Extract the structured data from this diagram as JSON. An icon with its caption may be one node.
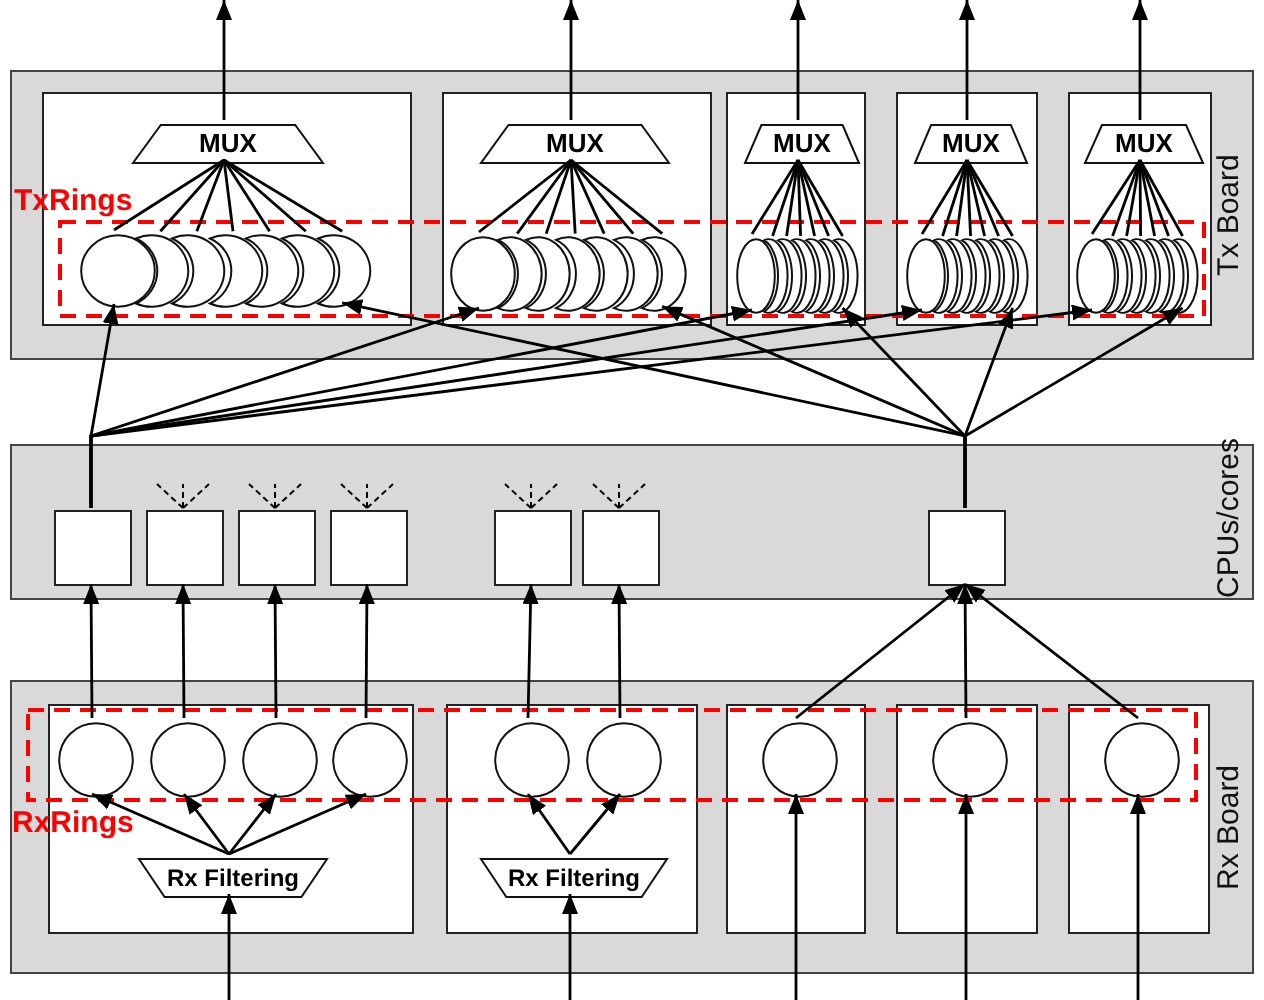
{
  "diagram": {
    "nodes": [
      {
        "text": [
          "Tx Board"
        ]
      },
      {
        "text": [],
        "shape": "box",
        "in": 0
      },
      {
        "text": [
          "MUX"
        ],
        "in": 1
      },
      {
        "text": [],
        "shape": "circle",
        "in": 1
      },
      {
        "text": [],
        "shape": "circle",
        "in": 1
      },
      {
        "text": [],
        "shape": "circle",
        "in": 1
      },
      {
        "text": [],
        "shape": "circle",
        "in": 1
      },
      {
        "text": [],
        "shape": "circle",
        "in": 1
      },
      {
        "text": [],
        "shape": "circle",
        "in": 1
      },
      {
        "text": [],
        "shape": "circle",
        "in": 1
      },
      {
        "text": [],
        "shape": "box",
        "in": 0
      },
      {
        "text": [
          "MUX"
        ],
        "in": 10
      },
      {
        "text": [],
        "shape": "circle",
        "in": 10
      },
      {
        "text": [],
        "shape": "circle",
        "in": 10
      },
      {
        "text": [],
        "shape": "circle",
        "in": 10
      },
      {
        "text": [],
        "shape": "circle",
        "in": 10
      },
      {
        "text": [],
        "shape": "circle",
        "in": 10
      },
      {
        "text": [],
        "shape": "circle",
        "in": 10
      },
      {
        "text": [],
        "shape": "circle",
        "in": 10
      },
      {
        "text": [],
        "shape": "box",
        "in": 0
      },
      {
        "text": [
          "MUX"
        ],
        "in": 19
      },
      {
        "text": [],
        "shape": "circle",
        "in": 19
      },
      {
        "text": [],
        "shape": "circle",
        "in": 19
      },
      {
        "text": [],
        "shape": "circle",
        "in": 19
      },
      {
        "text": [],
        "shape": "circle",
        "in": 19
      },
      {
        "text": [],
        "shape": "circle",
        "in": 19
      },
      {
        "text": [],
        "shape": "circle",
        "in": 19
      },
      {
        "text": [],
        "shape": "circle",
        "in": 19
      },
      {
        "text": [],
        "shape": "box",
        "in": 0
      },
      {
        "text": [
          "MUX"
        ],
        "in": 28
      },
      {
        "text": [],
        "shape": "circle",
        "in": 28
      },
      {
        "text": [],
        "shape": "circle",
        "in": 28
      },
      {
        "text": [],
        "shape": "circle",
        "in": 28
      },
      {
        "text": [],
        "shape": "circle",
        "in": 28
      },
      {
        "text": [],
        "shape": "circle",
        "in": 28
      },
      {
        "text": [],
        "shape": "circle",
        "in": 28
      },
      {
        "text": [],
        "shape": "circle",
        "in": 28
      },
      {
        "text": [],
        "shape": "box",
        "in": 0
      },
      {
        "text": [
          "MUX"
        ],
        "in": 37
      },
      {
        "text": [],
        "shape": "circle",
        "in": 37
      },
      {
        "text": [],
        "shape": "circle",
        "in": 37
      },
      {
        "text": [],
        "shape": "circle",
        "in": 37
      },
      {
        "text": [],
        "shape": "circle",
        "in": 37
      },
      {
        "text": [],
        "shape": "circle",
        "in": 37
      },
      {
        "text": [],
        "shape": "circle",
        "in": 37
      },
      {
        "text": [],
        "shape": "circle",
        "in": 37
      },
      {
        "text": [
          "CPUs/cores"
        ]
      },
      {
        "text": [],
        "shape": "box",
        "in": 46
      },
      {
        "text": [],
        "shape": "box",
        "in": 46
      },
      {
        "text": [],
        "shape": "box",
        "in": 46
      },
      {
        "text": [],
        "shape": "box",
        "in": 46
      },
      {
        "text": [],
        "shape": "box",
        "in": 46
      },
      {
        "text": [],
        "shape": "box",
        "in": 46
      },
      {
        "text": [],
        "shape": "box",
        "in": 46
      },
      {
        "text": [
          "Rx Board"
        ]
      },
      {
        "text": [],
        "shape": "box",
        "in": 54
      },
      {
        "text": [],
        "shape": "circle",
        "in": 55
      },
      {
        "text": [],
        "shape": "circle",
        "in": 55
      },
      {
        "text": [],
        "shape": "circle",
        "in": 55
      },
      {
        "text": [],
        "shape": "circle",
        "in": 55
      },
      {
        "text": [
          "Rx Filtering"
        ],
        "in": 55
      },
      {
        "text": [],
        "shape": "box",
        "in": 54
      },
      {
        "text": [],
        "shape": "circle",
        "in": 61
      },
      {
        "text": [],
        "shape": "circle",
        "in": 61
      },
      {
        "text": [
          "Rx Filtering"
        ],
        "in": 61
      },
      {
        "text": [],
        "shape": "box",
        "in": 54
      },
      {
        "text": [],
        "shape": "circle",
        "in": 65
      },
      {
        "text": [],
        "shape": "box",
        "in": 54
      },
      {
        "text": [],
        "shape": "circle",
        "in": 67
      },
      {
        "text": [],
        "shape": "box",
        "in": 54
      },
      {
        "text": [],
        "shape": "circle",
        "in": 69
      }
    ],
    "edges": [
      {
        "from": 2,
        "to": null,
        "arrow": "to"
      },
      {
        "from": 2,
        "to": 3,
        "arrow": "none"
      },
      {
        "from": 2,
        "to": 4,
        "arrow": "none"
      },
      {
        "from": 2,
        "to": 5,
        "arrow": "none"
      },
      {
        "from": 2,
        "to": 6,
        "arrow": "none"
      },
      {
        "from": 2,
        "to": 7,
        "arrow": "none"
      },
      {
        "from": 2,
        "to": 8,
        "arrow": "none"
      },
      {
        "from": 2,
        "to": 9,
        "arrow": "none"
      },
      {
        "from": 11,
        "to": null,
        "arrow": "to"
      },
      {
        "from": 11,
        "to": 12,
        "arrow": "none"
      },
      {
        "from": 11,
        "to": 13,
        "arrow": "none"
      },
      {
        "from": 11,
        "to": 14,
        "arrow": "none"
      },
      {
        "from": 11,
        "to": 15,
        "arrow": "none"
      },
      {
        "from": 11,
        "to": 16,
        "arrow": "none"
      },
      {
        "from": 11,
        "to": 17,
        "arrow": "none"
      },
      {
        "from": 11,
        "to": 18,
        "arrow": "none"
      },
      {
        "from": 20,
        "to": null,
        "arrow": "to"
      },
      {
        "from": 20,
        "to": 21,
        "arrow": "none"
      },
      {
        "from": 20,
        "to": 22,
        "arrow": "none"
      },
      {
        "from": 20,
        "to": 23,
        "arrow": "none"
      },
      {
        "from": 20,
        "to": 24,
        "arrow": "none"
      },
      {
        "from": 20,
        "to": 25,
        "arrow": "none"
      },
      {
        "from": 20,
        "to": 26,
        "arrow": "none"
      },
      {
        "from": 20,
        "to": 27,
        "arrow": "none"
      },
      {
        "from": 29,
        "to": null,
        "arrow": "to"
      },
      {
        "from": 29,
        "to": 30,
        "arrow": "none"
      },
      {
        "from": 29,
        "to": 31,
        "arrow": "none"
      },
      {
        "from": 29,
        "to": 32,
        "arrow": "none"
      },
      {
        "from": 29,
        "to": 33,
        "arrow": "none"
      },
      {
        "from": 29,
        "to": 34,
        "arrow": "none"
      },
      {
        "from": 29,
        "to": 35,
        "arrow": "none"
      },
      {
        "from": 29,
        "to": 36,
        "arrow": "none"
      },
      {
        "from": 38,
        "to": null,
        "arrow": "to"
      },
      {
        "from": 38,
        "to": 39,
        "arrow": "none"
      },
      {
        "from": 38,
        "to": 40,
        "arrow": "none"
      },
      {
        "from": 38,
        "to": 41,
        "arrow": "none"
      },
      {
        "from": 38,
        "to": 42,
        "arrow": "none"
      },
      {
        "from": 38,
        "to": 43,
        "arrow": "none"
      },
      {
        "from": 38,
        "to": 44,
        "arrow": "none"
      },
      {
        "from": 38,
        "to": 45,
        "arrow": "none"
      },
      {
        "from": 47,
        "to": 3,
        "arrow": "to"
      },
      {
        "from": 47,
        "to": 12,
        "arrow": "to"
      },
      {
        "from": 47,
        "to": 21,
        "arrow": "to"
      },
      {
        "from": 47,
        "to": 30,
        "arrow": "to"
      },
      {
        "from": 47,
        "to": 39,
        "arrow": "to"
      },
      {
        "from": 53,
        "to": 9,
        "arrow": "to"
      },
      {
        "from": 53,
        "to": 18,
        "arrow": "to"
      },
      {
        "from": 53,
        "to": 27,
        "arrow": "to"
      },
      {
        "from": 53,
        "to": 36,
        "arrow": "to"
      },
      {
        "from": 53,
        "to": 45,
        "arrow": "to"
      },
      {
        "from": 48,
        "to": null,
        "arrow": "none",
        "style": "dashed"
      },
      {
        "from": 48,
        "to": null,
        "arrow": "none",
        "style": "dashed"
      },
      {
        "from": 48,
        "to": null,
        "arrow": "none",
        "style": "dashed"
      },
      {
        "from": 49,
        "to": null,
        "arrow": "none",
        "style": "dashed"
      },
      {
        "from": 49,
        "to": null,
        "arrow": "none",
        "style": "dashed"
      },
      {
        "from": 49,
        "to": null,
        "arrow": "none",
        "style": "dashed"
      },
      {
        "from": 50,
        "to": null,
        "arrow": "none",
        "style": "dashed"
      },
      {
        "from": 50,
        "to": null,
        "arrow": "none",
        "style": "dashed"
      },
      {
        "from": 50,
        "to": null,
        "arrow": "none",
        "style": "dashed"
      },
      {
        "from": 51,
        "to": null,
        "arrow": "none",
        "style": "dashed"
      },
      {
        "from": 51,
        "to": null,
        "arrow": "none",
        "style": "dashed"
      },
      {
        "from": 51,
        "to": null,
        "arrow": "none",
        "style": "dashed"
      },
      {
        "from": 52,
        "to": null,
        "arrow": "none",
        "style": "dashed"
      },
      {
        "from": 52,
        "to": null,
        "arrow": "none",
        "style": "dashed"
      },
      {
        "from": 52,
        "to": null,
        "arrow": "none",
        "style": "dashed"
      },
      {
        "from": null,
        "to": 60,
        "arrow": "to"
      },
      {
        "from": null,
        "to": 64,
        "arrow": "to"
      },
      {
        "from": null,
        "to": 66,
        "arrow": "to"
      },
      {
        "from": null,
        "to": 68,
        "arrow": "to"
      },
      {
        "from": null,
        "to": 70,
        "arrow": "to"
      },
      {
        "from": 60,
        "to": 56,
        "arrow": "to"
      },
      {
        "from": 60,
        "to": 57,
        "arrow": "to"
      },
      {
        "from": 60,
        "to": 58,
        "arrow": "to"
      },
      {
        "from": 60,
        "to": 59,
        "arrow": "to"
      },
      {
        "from": 64,
        "to": 62,
        "arrow": "to"
      },
      {
        "from": 64,
        "to": 63,
        "arrow": "to"
      },
      {
        "from": 56,
        "to": 47,
        "arrow": "to"
      },
      {
        "from": 57,
        "to": 48,
        "arrow": "to"
      },
      {
        "from": 58,
        "to": 49,
        "arrow": "to"
      },
      {
        "from": 59,
        "to": 50,
        "arrow": "to"
      },
      {
        "from": 62,
        "to": 51,
        "arrow": "to"
      },
      {
        "from": 63,
        "to": 52,
        "arrow": "to"
      },
      {
        "from": 66,
        "to": 53,
        "arrow": "to"
      },
      {
        "from": 68,
        "to": 53,
        "arrow": "to"
      },
      {
        "from": 70,
        "to": 53,
        "arrow": "to"
      }
    ],
    "labels": [
      "TxRings",
      "RxRings"
    ]
  }
}
